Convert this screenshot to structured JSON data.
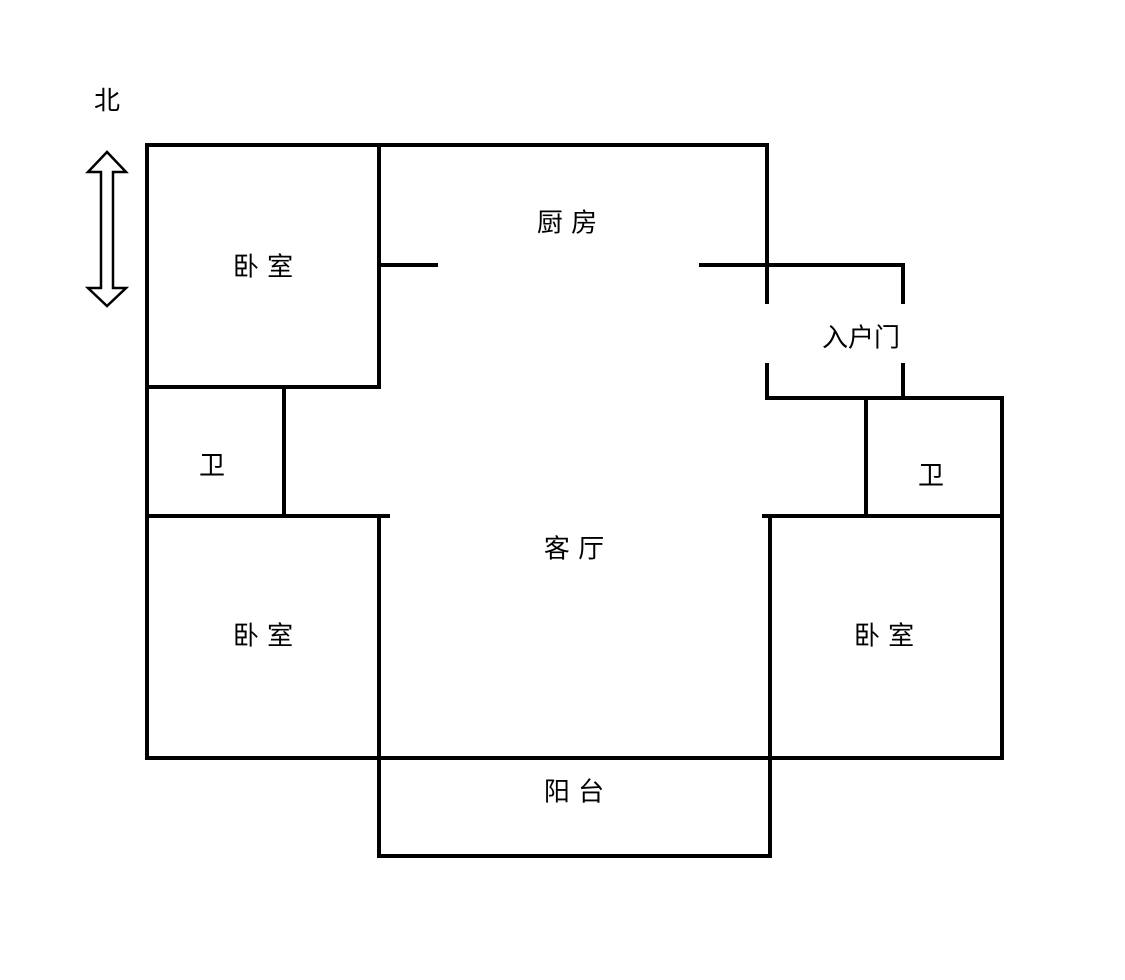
{
  "compass": {
    "label": "北",
    "icon": "double-arrow-north-south-icon"
  },
  "rooms": {
    "bedroom_nw": "卧 室",
    "kitchen": "厨    房",
    "entrance": "入户门",
    "bath_w": "卫",
    "bath_e": "卫",
    "living": "客    厅",
    "bedroom_sw": "卧 室",
    "bedroom_se": "卧   室",
    "balcony": "阳    台"
  },
  "colors": {
    "wall": "#000000",
    "background": "#ffffff"
  }
}
